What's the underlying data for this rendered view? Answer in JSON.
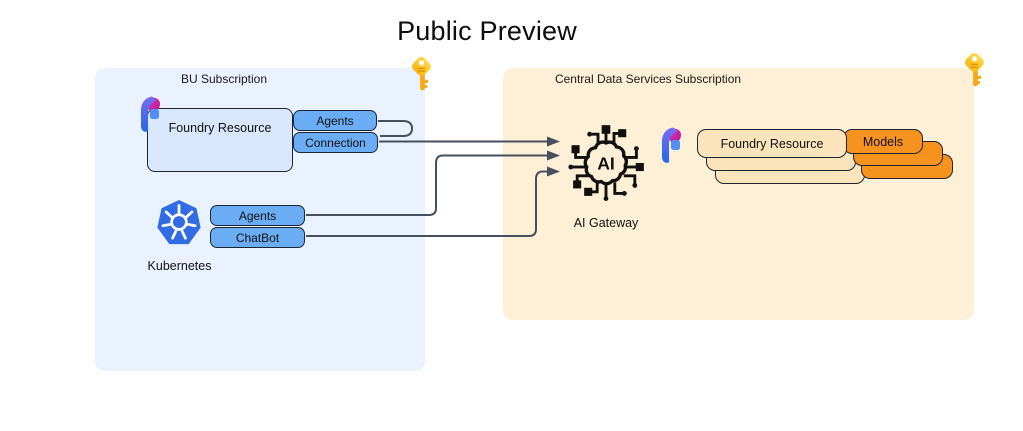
{
  "title": "Public Preview",
  "colors": {
    "bu_zone_bg": "#e9f2fe",
    "central_zone_bg": "#fdf0d6",
    "pill_blue": "#6badf4",
    "foundry_box_blue": "#d8e7fb",
    "stack_cream": "#fbe4bc",
    "stack_orange": "#f6921e",
    "arrow": "#474e5d",
    "kubernetes_blue": "#326ce5",
    "key_gold": "#fcc21b",
    "outline": "#1d2433"
  },
  "bu": {
    "label": "BU Subscription",
    "foundry": {
      "label": "Foundry Resource",
      "agents_label": "Agents",
      "connection_label": "Connection"
    },
    "kubernetes": {
      "label": "Kubernetes",
      "agents_label": "Agents",
      "chatbot_label": "ChatBot"
    }
  },
  "central": {
    "label": "Central Data Services Subscription",
    "gateway": {
      "label": "AI Gateway",
      "icon_text": "AI"
    },
    "foundry_stack": {
      "label": "Foundry Resource",
      "count": 3
    },
    "models_stack": {
      "label": "Models",
      "count": 3
    }
  },
  "icons": {
    "bu_key": "key-icon",
    "central_key": "key-icon",
    "bu_foundry_logo": "azure-ai-foundry-icon",
    "central_foundry_logo": "azure-ai-foundry-icon",
    "kubernetes": "kubernetes-icon",
    "gateway": "ai-gateway-chip-icon"
  },
  "connections": [
    {
      "from": "bu-agents-pill",
      "to": "bu-connection-pill",
      "type": "loop"
    },
    {
      "from": "bu-connection-pill",
      "to": "ai-gateway",
      "type": "arrow"
    },
    {
      "from": "k8s-agents-pill",
      "to": "ai-gateway",
      "type": "arrow"
    },
    {
      "from": "k8s-chatbot-pill",
      "to": "ai-gateway",
      "type": "arrow"
    }
  ]
}
